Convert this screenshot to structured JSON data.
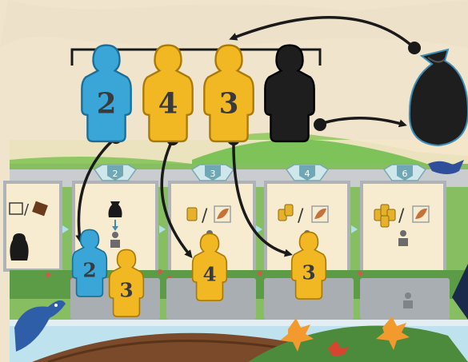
{
  "colors": {
    "background": "#f1e4cc",
    "blue_meeple": "#3aa6d8",
    "yellow_meeple": "#f2b824",
    "black_meeple": "#1e1e1e",
    "arrow": "#1a1a1a",
    "board_green": "#7ec25a",
    "tile_gray": "#a9aeb3",
    "card_bg": "#f8ecd0"
  },
  "top_row": {
    "meeples": [
      {
        "color": "blue",
        "number": "2"
      },
      {
        "color": "yellow",
        "number": "4"
      },
      {
        "color": "yellow",
        "number": "3"
      },
      {
        "color": "black",
        "number": ""
      }
    ]
  },
  "banners": [
    {
      "number": "2"
    },
    {
      "number": "3"
    },
    {
      "number": "4"
    },
    {
      "number": "6"
    }
  ],
  "placed_meeples": [
    {
      "color": "blue",
      "number": "2"
    },
    {
      "color": "yellow",
      "number": "3"
    },
    {
      "color": "yellow",
      "number": "4"
    },
    {
      "color": "yellow",
      "number": "3"
    }
  ],
  "icons": {
    "bag": "cloth-bag-icon",
    "chocolate": "chocolate-icon",
    "tea": "tea-leaf-icon",
    "coin": "coin-icon",
    "worker": "worker-silhouette-icon",
    "bird": "bird-icon",
    "leaf": "maple-leaf-icon"
  }
}
